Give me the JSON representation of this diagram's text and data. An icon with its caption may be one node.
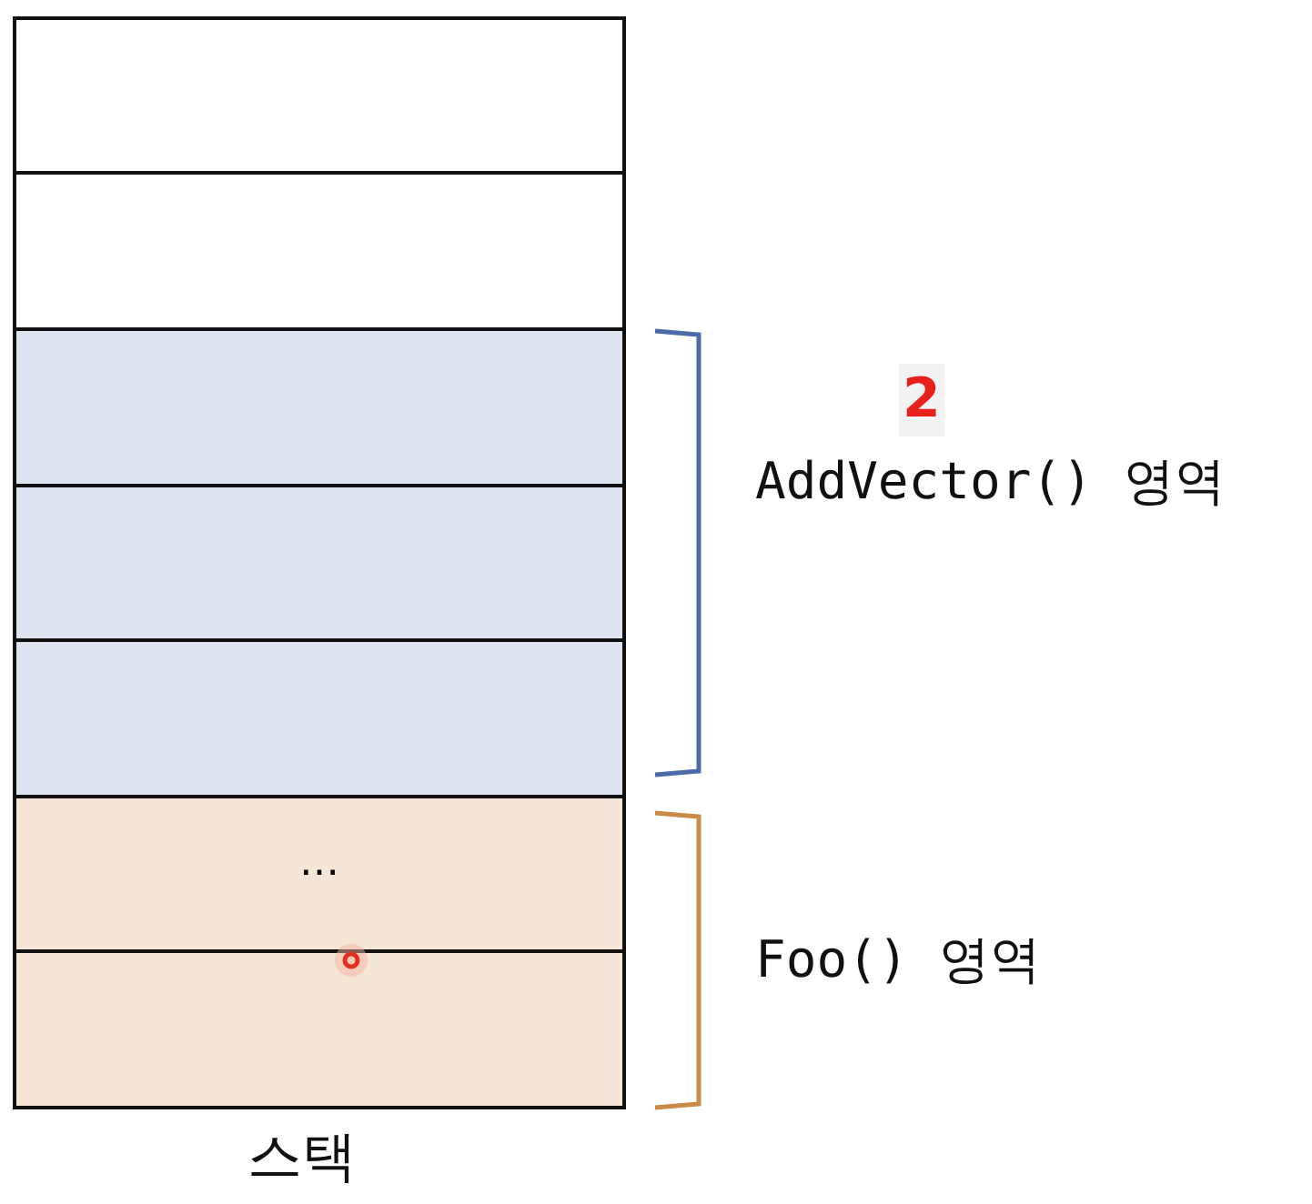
{
  "diagram": {
    "nodes": [
      {
        "text": [],
        "shape": "box"
      },
      {
        "text": [],
        "shape": "box"
      },
      {
        "text": [],
        "shape": "box"
      },
      {
        "text": [],
        "shape": "box"
      },
      {
        "text": [],
        "shape": "box"
      },
      {
        "text": [
          "…"
        ]
      },
      {
        "text": [],
        "shape": "box"
      }
    ],
    "labels": [
      "2",
      "AddVector() 영역",
      "Foo() 영역",
      "스택"
    ]
  }
}
